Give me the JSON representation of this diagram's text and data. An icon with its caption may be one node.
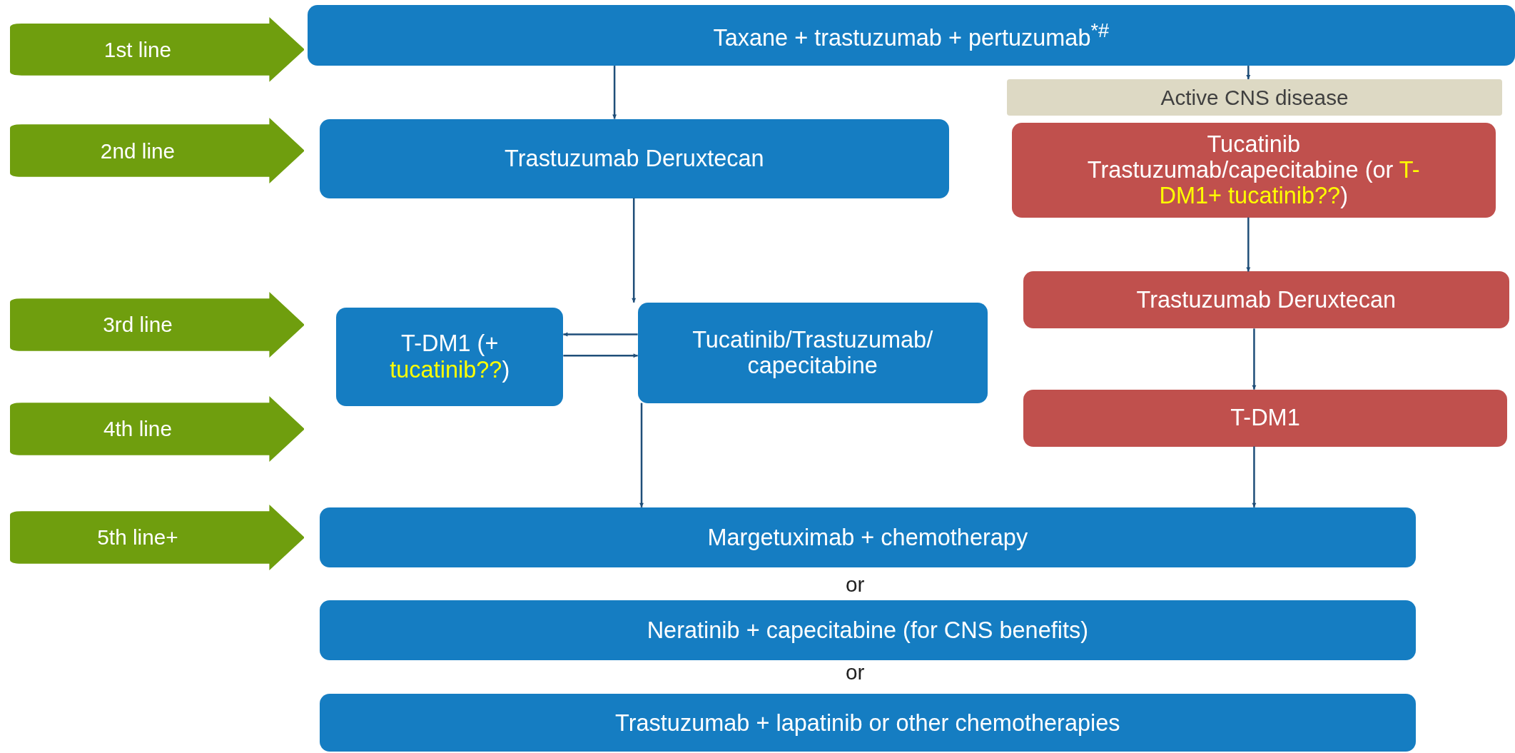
{
  "diagram": {
    "nodes": [
      {
        "text": [
          "1st line"
        ]
      },
      {
        "text": [
          "Taxane + trastuzumab + pertuzumab$^{*#}$"
        ]
      },
      {
        "text": [
          "2nd line"
        ]
      },
      {
        "text": [
          "Active CNS disease"
        ]
      },
      {
        "text": [
          "Trastuzumab Deruxtecan"
        ]
      },
      {
        "text": [
          "Tucatinib Trastuzumab/capecitabine (or **T-DM1+ tucatinib??**)"
        ]
      },
      {
        "text": [
          "3rd line"
        ]
      },
      {
        "text": [
          "Trastuzumab Deruxtecan"
        ]
      },
      {
        "text": [
          "T-DM1 (+ **tucatinib??**)"
        ]
      },
      {
        "text": [
          "Tucatinib/Trastuzumab/ capecitabine"
        ]
      },
      {
        "text": [
          "4th line"
        ]
      },
      {
        "text": [
          "T-DM1"
        ]
      },
      {
        "text": [
          "5th line+"
        ]
      },
      {
        "text": [
          "Margetuximab + chemotherapy"
        ]
      },
      {
        "text": [
          "Neratinib + capecitabine (for CNS benefits)"
        ]
      },
      {
        "text": [
          "Trastuzumab + lapatinib or other chemotherapies"
        ]
      }
    ],
    "edges": [
      {
        "from": 1,
        "to": 4,
        "arrow": "to"
      },
      {
        "from": 1,
        "to": 3,
        "arrow": "to"
      },
      {
        "from": 4,
        "to": 9,
        "arrow": "to"
      },
      {
        "from": 5,
        "to": 7,
        "arrow": "to"
      },
      {
        "from": 7,
        "to": 11,
        "arrow": "to"
      },
      {
        "from": 9,
        "to": 8,
        "arrow": "to"
      },
      {
        "from": 8,
        "to": 9,
        "arrow": "to"
      },
      {
        "from": 9,
        "to": 13,
        "arrow": "to"
      },
      {
        "from": 11,
        "to": 13,
        "arrow": "to"
      }
    ],
    "labels": [
      "or",
      "or"
    ]
  }
}
